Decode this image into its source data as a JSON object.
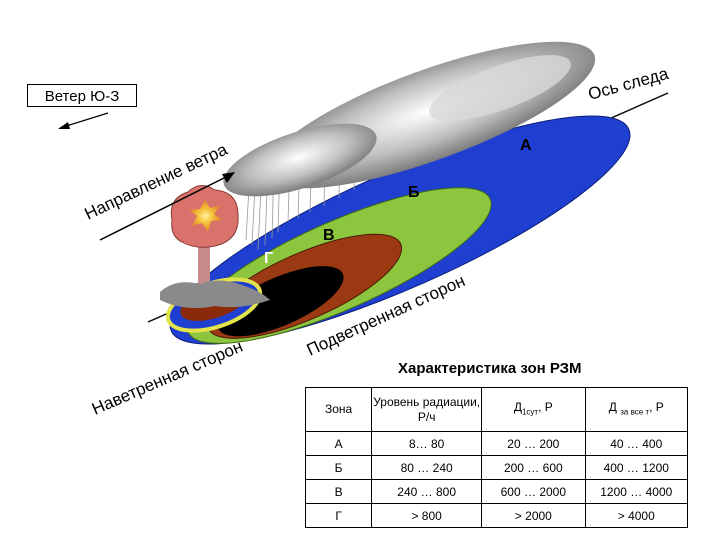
{
  "wind_label": "Ветер Ю-З",
  "rotated_labels": {
    "trace_axis": "Ось следа",
    "wind_direction": "Направление ветра",
    "leeward_side": "Подветренная сторона",
    "windward_side": "Наветренная сторона"
  },
  "zone_letters": {
    "a": "А",
    "b": "Б",
    "v": "В",
    "g": "Г"
  },
  "colors": {
    "zone_a": "#1f3fd1",
    "zone_b": "#8cc63f",
    "zone_v": "#9b3a12",
    "zone_g": "#000000",
    "cloud": "#8c8c8c",
    "mushroom": "#d9726a"
  },
  "table": {
    "title": "Характеристика зон РЗМ",
    "headers": {
      "zone": "Зона",
      "level": "Уровень радиации, Р/ч",
      "d1_main": "Д",
      "d1_sub": "1сут",
      "d1_unit": ", Р",
      "d2_main": "Д",
      "d2_sub": "за все т",
      "d2_unit": ", Р"
    },
    "rows": [
      {
        "zone": "А",
        "level": "8… 80",
        "d1": "20 … 200",
        "d2": "40 … 400"
      },
      {
        "zone": "Б",
        "level": "80 … 240",
        "d1": "200 … 600",
        "d2": "400 … 1200"
      },
      {
        "zone": "В",
        "level": "240 … 800",
        "d1": "600 … 2000",
        "d2": "1200 … 4000"
      },
      {
        "zone": "Г",
        "level": "> 800",
        "d1": "> 2000",
        "d2": "> 4000"
      }
    ]
  }
}
